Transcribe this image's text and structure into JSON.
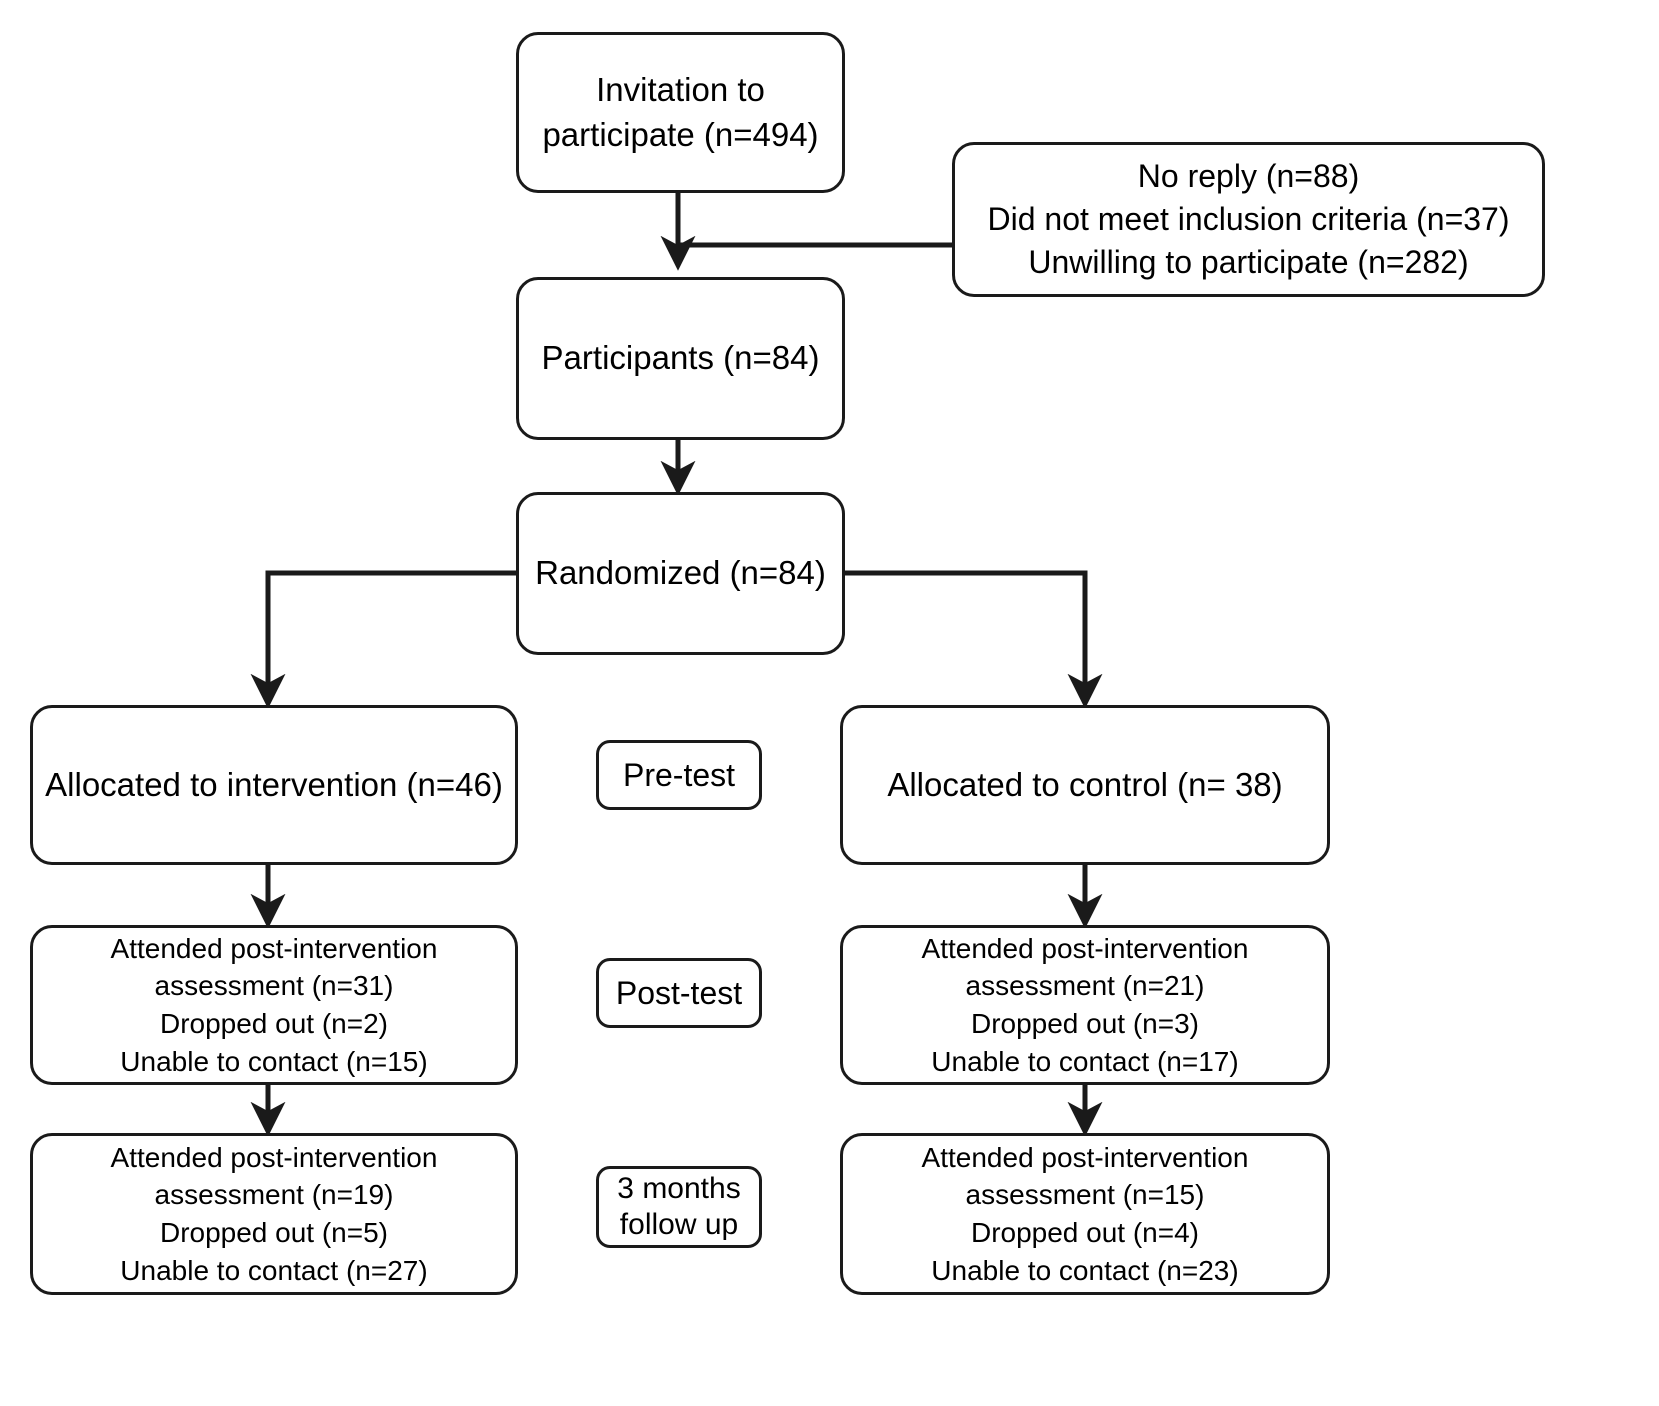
{
  "figure": {
    "type": "consort-flow-diagram",
    "stroke_color": "#1a1a1a",
    "background_color": "#ffffff"
  },
  "nodes": {
    "invitation": {
      "lines": [
        "Invitation to",
        "participate (n=494)"
      ]
    },
    "excluded": {
      "lines": [
        "No reply (n=88)",
        "Did not meet inclusion criteria (n=37)",
        "Unwilling to participate (n=282)"
      ]
    },
    "participants": {
      "lines": [
        "Participants (n=84)"
      ]
    },
    "randomized": {
      "lines": [
        "Randomized (n=84)"
      ]
    },
    "allocated_intervention": {
      "lines": [
        "Allocated to intervention (n=46)"
      ]
    },
    "allocated_control": {
      "lines": [
        "Allocated to control (n= 38)"
      ]
    },
    "posttest_intervention": {
      "lines": [
        "Attended post-intervention",
        "assessment (n=31)",
        "Dropped out (n=2)",
        "Unable to contact (n=15)"
      ]
    },
    "posttest_control": {
      "lines": [
        "Attended post-intervention",
        "assessment (n=21)",
        "Dropped out (n=3)",
        "Unable to contact (n=17)"
      ]
    },
    "followup_intervention": {
      "lines": [
        "Attended post-intervention",
        "assessment (n=19)",
        "Dropped out (n=5)",
        "Unable to contact (n=27)"
      ]
    },
    "followup_control": {
      "lines": [
        "Attended post-intervention",
        "assessment (n=15)",
        "Dropped out (n=4)",
        "Unable to contact (n=23)"
      ]
    }
  },
  "stage_labels": {
    "pretest": {
      "lines": [
        "Pre-test"
      ]
    },
    "posttest": {
      "lines": [
        "Post-test"
      ]
    },
    "followup": {
      "lines": [
        "3 months",
        "follow up"
      ]
    }
  },
  "counts": {
    "invited": 494,
    "no_reply": 88,
    "did_not_meet_inclusion_criteria": 37,
    "unwilling_to_participate": 282,
    "participants": 84,
    "randomized": 84,
    "allocated_intervention": 46,
    "allocated_control": 38,
    "posttest_intervention_attended": 31,
    "posttest_intervention_dropped_out": 2,
    "posttest_intervention_unable_to_contact": 15,
    "posttest_control_attended": 21,
    "posttest_control_dropped_out": 3,
    "posttest_control_unable_to_contact": 17,
    "followup_intervention_attended": 19,
    "followup_intervention_dropped_out": 5,
    "followup_intervention_unable_to_contact": 27,
    "followup_control_attended": 15,
    "followup_control_dropped_out": 4,
    "followup_control_unable_to_contact": 23
  }
}
